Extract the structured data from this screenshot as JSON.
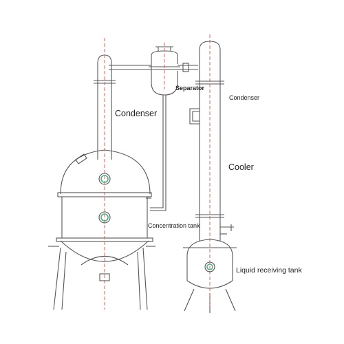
{
  "labels": {
    "condenser_left": "Condenser",
    "separator": "Separator",
    "condenser_right": "Condenser",
    "cooler": "Cooler",
    "concentration_tank": "Concentration tank",
    "liquid_receiving_tank": "Liquid receiving tank"
  },
  "colors": {
    "outline": "#555555",
    "centerline": "#d9534f",
    "sight_glass": "#4caf7d"
  }
}
